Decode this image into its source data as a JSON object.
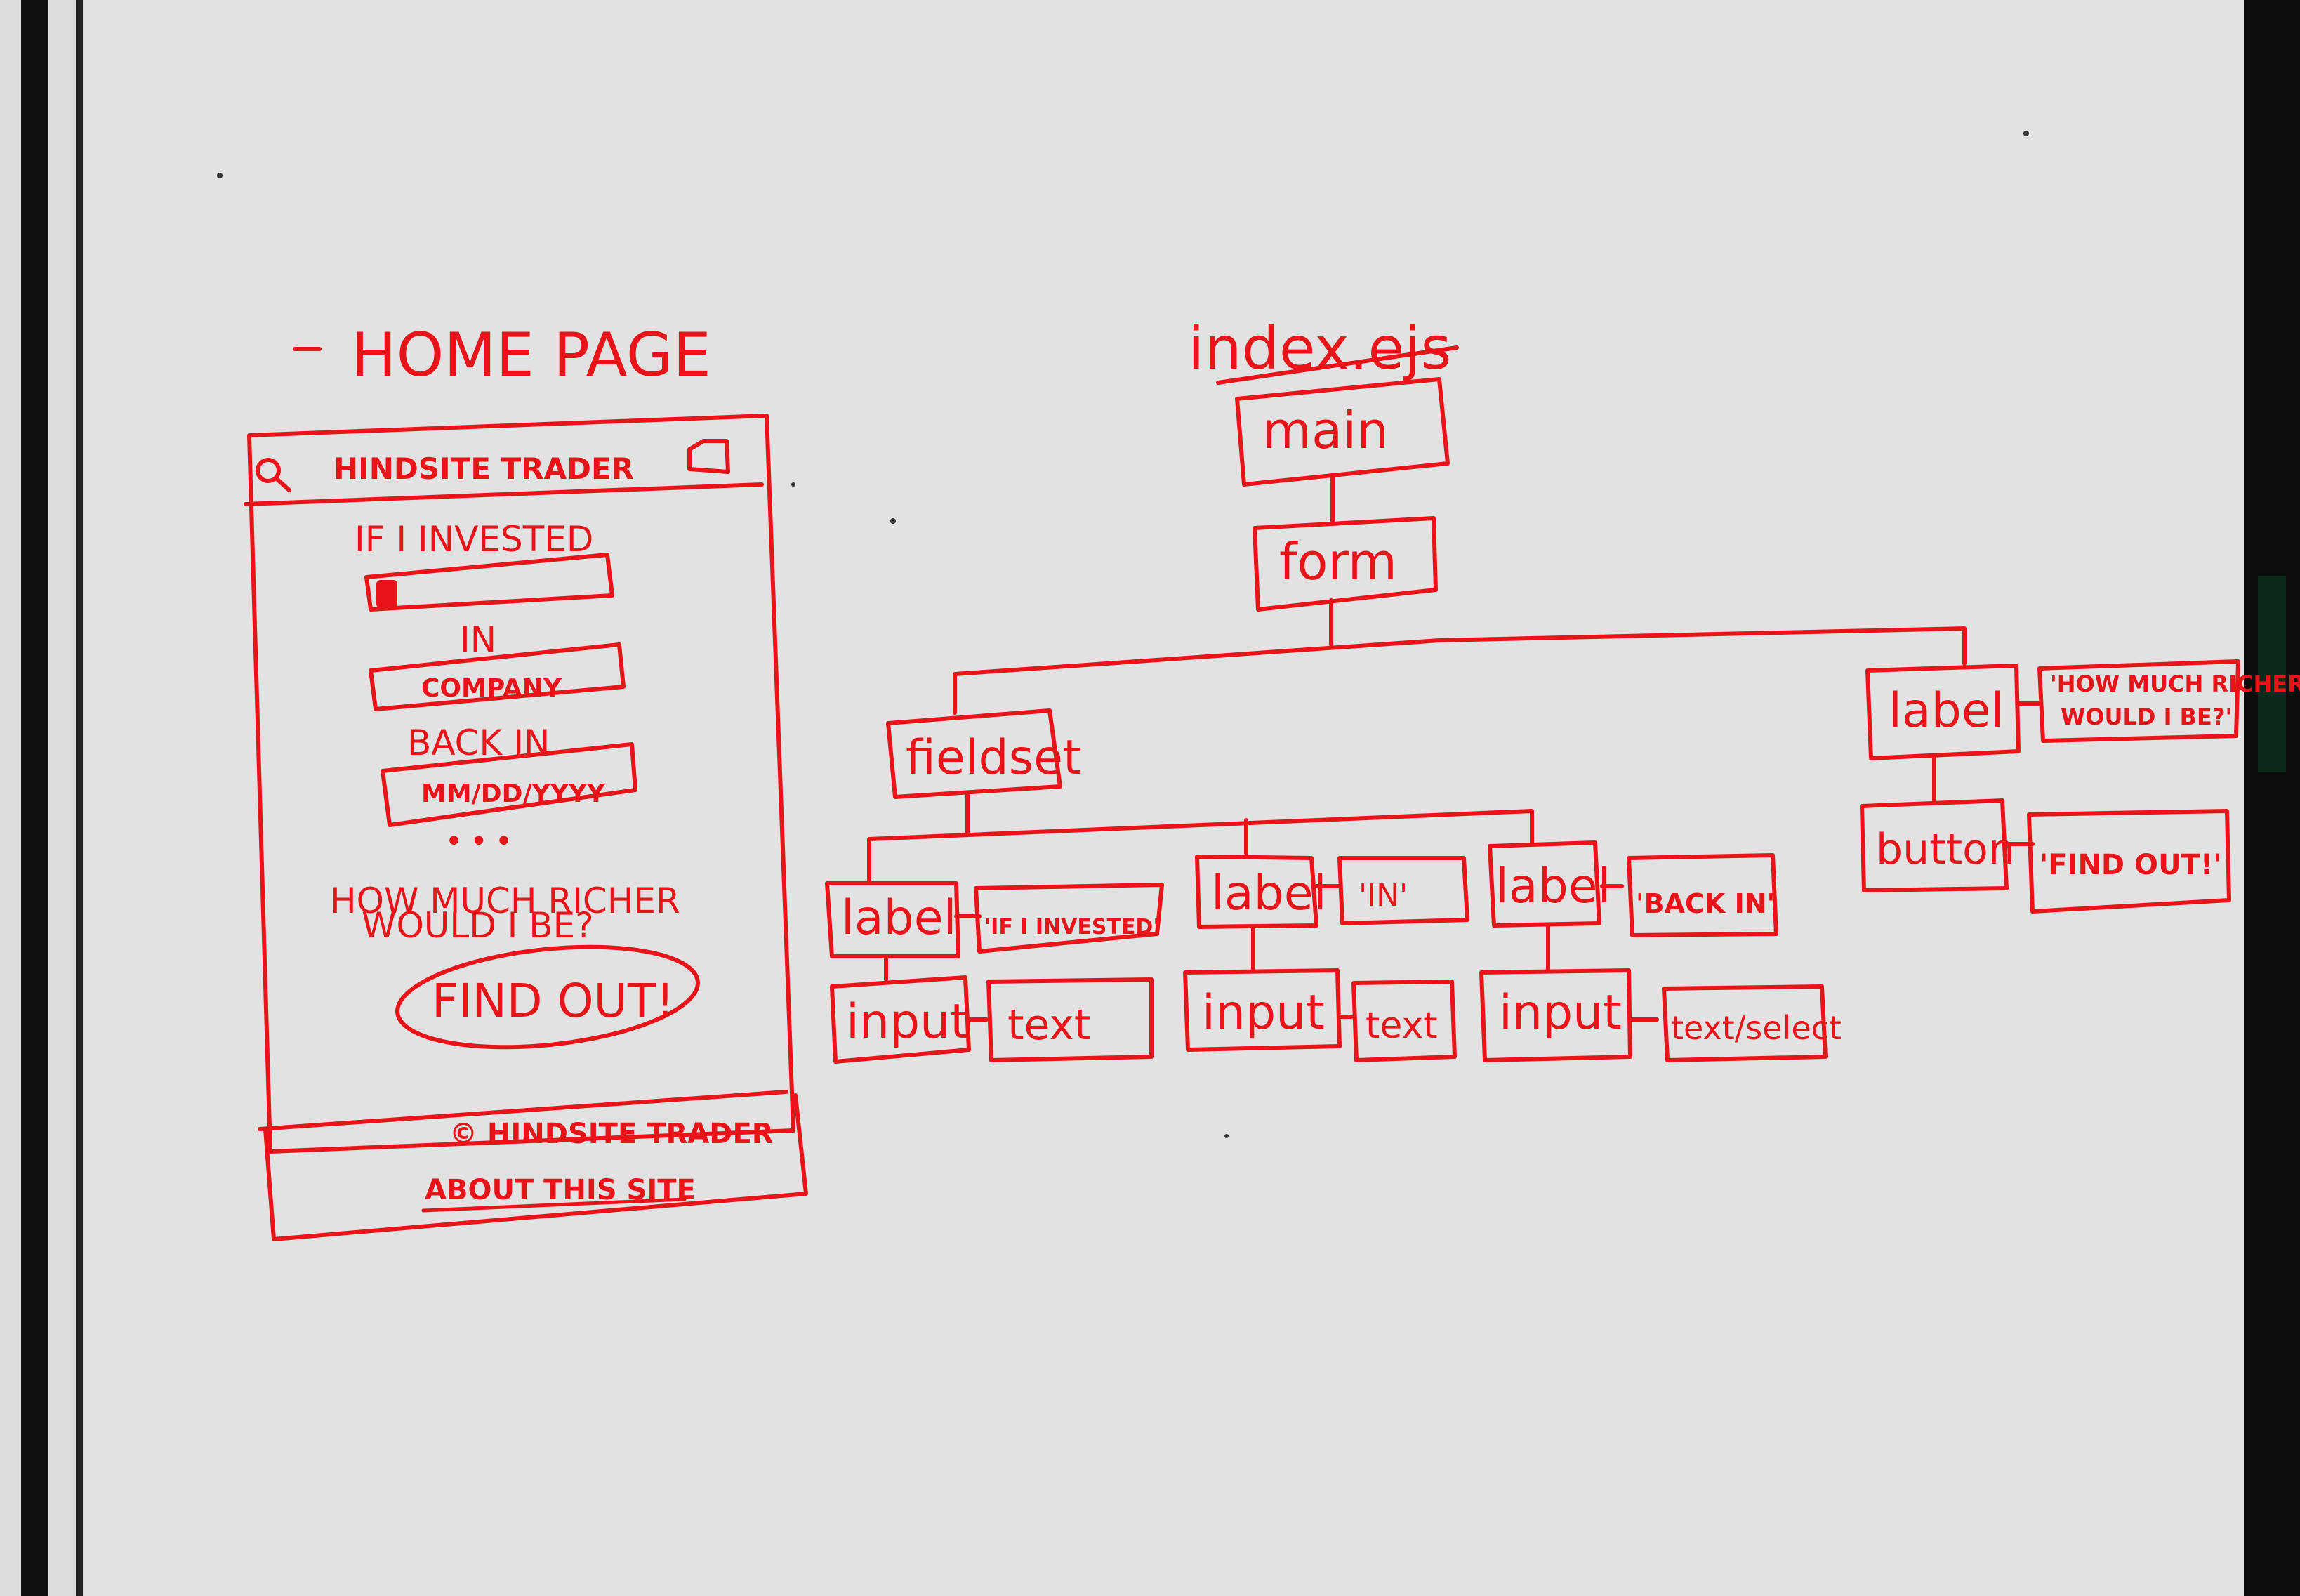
{
  "colors": {
    "ink": "#e8141a",
    "board": "#e2e2e2",
    "frame": "#111111"
  },
  "wireframe": {
    "heading": "HOME PAGE",
    "brand": "HINDSITE TRADER",
    "search_icon": "search-icon",
    "folder_icon": "folder-icon",
    "label_invested": "IF I INVESTED",
    "amount_icon": "dollar-sign-icon",
    "label_in": "IN",
    "company_placeholder": "COMPANY",
    "label_back_in": "BACK IN",
    "date_placeholder": "MM/DD/YYYY",
    "ellipsis": "• • •",
    "question_line1": "HOW MUCH RICHER",
    "question_line2": "WOULD I BE?",
    "button_label": "FIND OUT!",
    "footer_copyright": "© HINDSITE TRADER",
    "footer_link": "ABOUT THIS SITE"
  },
  "tree": {
    "title": "index.ejs",
    "main": "main",
    "form": "form",
    "fieldset": "fieldset",
    "groups": [
      {
        "label": "label",
        "label_text": "'IF I INVESTED'",
        "input": "input",
        "input_type": "text"
      },
      {
        "label": "label",
        "label_text": "'IN'",
        "input": "input",
        "input_type": "text"
      },
      {
        "label": "label",
        "label_text": "'BACK IN'",
        "input": "input",
        "input_type": "text/select"
      }
    ],
    "question_label": "label",
    "question_text_line1": "'HOW MUCH RICHER",
    "question_text_line2": "WOULD I BE?'",
    "button": "button",
    "button_text": "'FIND OUT!'"
  }
}
